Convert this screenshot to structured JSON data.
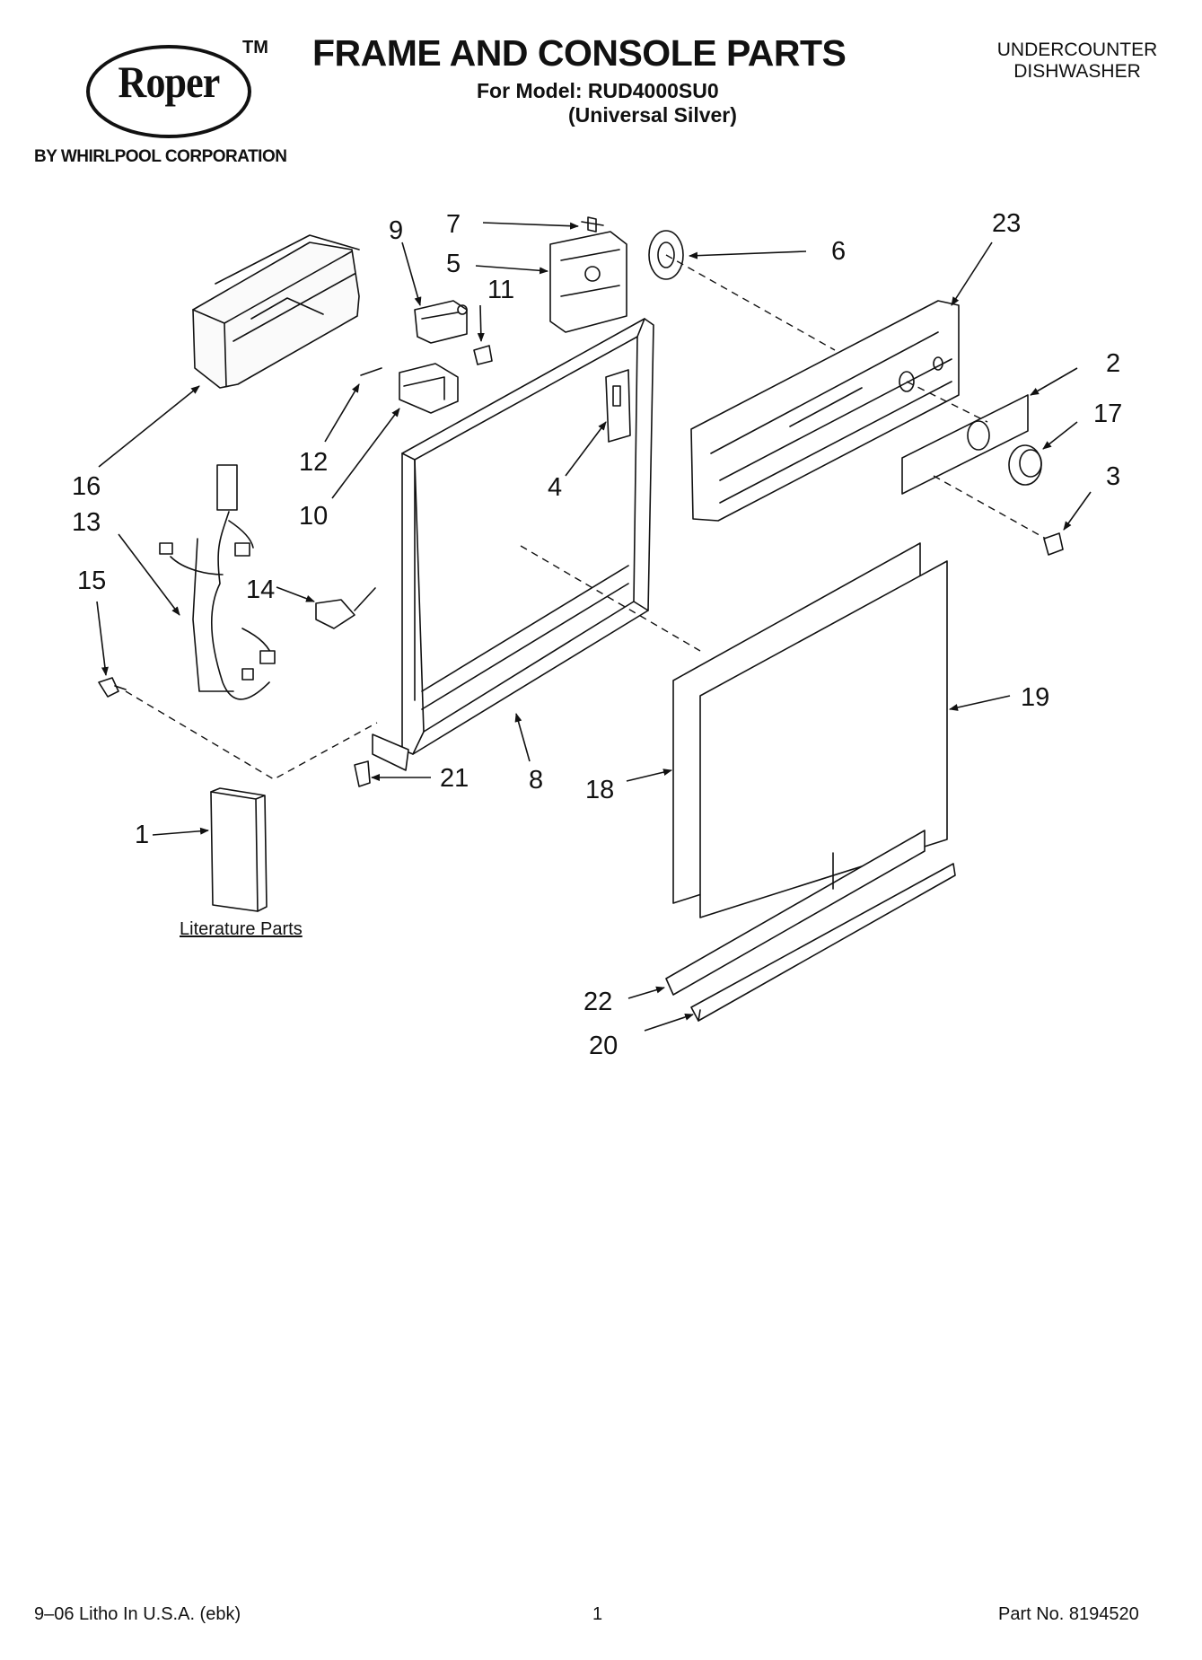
{
  "header": {
    "brand": "Roper",
    "trademark": "TM",
    "brand_sub": "BY WHIRLPOOL CORPORATION",
    "title": "FRAME AND CONSOLE PARTS",
    "model_line": "For Model: RUD4000SU0",
    "model_variant": "(Universal Silver)",
    "appliance_line1": "UNDERCOUNTER",
    "appliance_line2": "DISHWASHER"
  },
  "diagram": {
    "callouts": [
      "1",
      "2",
      "3",
      "4",
      "5",
      "6",
      "7",
      "8",
      "9",
      "10",
      "11",
      "12",
      "13",
      "14",
      "15",
      "16",
      "17",
      "18",
      "19",
      "20",
      "21",
      "22",
      "23"
    ],
    "literature_label": "Literature Parts"
  },
  "footer": {
    "litho": "9–06 Litho In U.S.A. (ebk)",
    "page_number": "1",
    "part_number": "Part No. 8194520"
  }
}
